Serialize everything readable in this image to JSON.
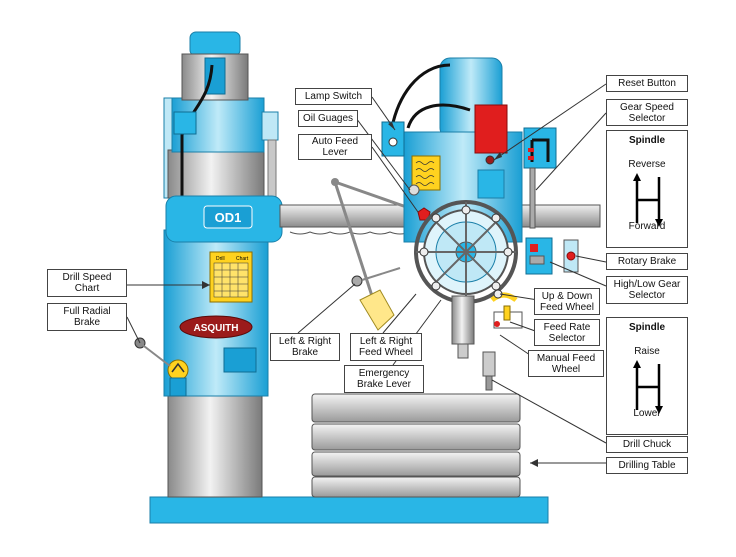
{
  "machine": {
    "badge": "OD1",
    "brand": "ASQUITH",
    "chart_title_left": "Drill",
    "chart_title_right": "Chart"
  },
  "labels": {
    "lamp_switch": "Lamp Switch",
    "oil_gauges": "Oil Guages",
    "auto_feed_lever_1": "Auto Feed",
    "auto_feed_lever_2": "Lever",
    "reset_button": "Reset Button",
    "gear_speed_selector_1": "Gear Speed",
    "gear_speed_selector_2": "Selector",
    "rotary_brake": "Rotary Brake",
    "high_low_gear_1": "High/Low Gear",
    "high_low_gear_2": "Selector",
    "up_down_feed_1": "Up & Down",
    "up_down_feed_2": "Feed Wheel",
    "feed_rate_1": "Feed Rate",
    "feed_rate_2": "Selector",
    "manual_feed_1": "Manual Feed",
    "manual_feed_2": "Wheel",
    "drill_chuck": "Drill Chuck",
    "drilling_table": "Drilling Table",
    "drill_speed_chart_1": "Drill Speed",
    "drill_speed_chart_2": "Chart",
    "full_radial_brake_1": "Full Radial",
    "full_radial_brake_2": "Brake",
    "left_right_brake_1": "Left & Right",
    "left_right_brake_2": "Brake",
    "left_right_feed_1": "Left & Right",
    "left_right_feed_2": "Feed Wheel",
    "emergency_brake_1": "Emergency",
    "emergency_brake_2": "Brake Lever"
  },
  "spindle_panels": {
    "rotation": {
      "title": "Spindle",
      "top": "Reverse",
      "bottom": "Forward"
    },
    "travel": {
      "title": "Spindle",
      "top": "Raise",
      "bottom": "Lower"
    }
  },
  "colors": {
    "machine_blue": "#29b6e6",
    "light_blue": "#bfe8f6",
    "red": "#e01e1e",
    "yellow": "#ffd21f"
  }
}
